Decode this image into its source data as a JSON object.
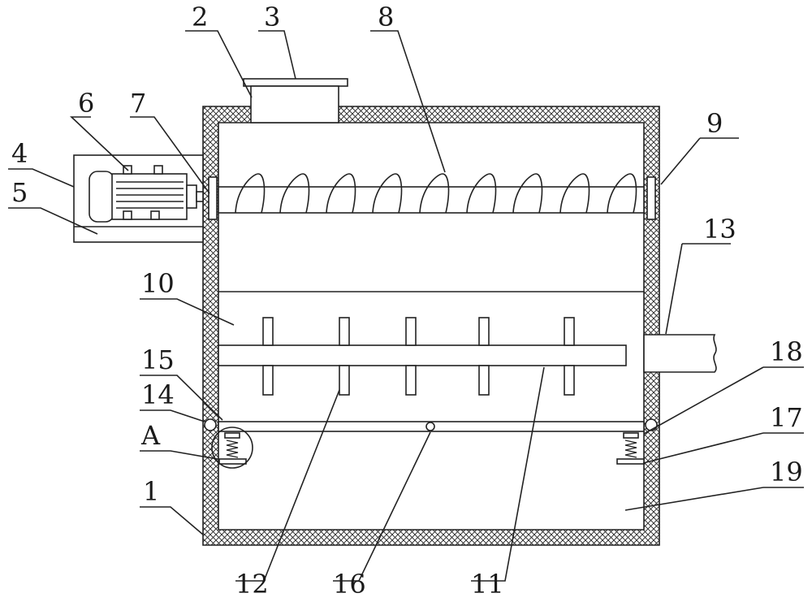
{
  "labels": [
    {
      "id": "l1",
      "text": "1"
    },
    {
      "id": "l2",
      "text": "2"
    },
    {
      "id": "l3",
      "text": "3"
    },
    {
      "id": "l4",
      "text": "4"
    },
    {
      "id": "l5",
      "text": "5"
    },
    {
      "id": "l6",
      "text": "6"
    },
    {
      "id": "l7",
      "text": "7"
    },
    {
      "id": "l8",
      "text": "8"
    },
    {
      "id": "l9",
      "text": "9"
    },
    {
      "id": "l10",
      "text": "10"
    },
    {
      "id": "l11",
      "text": "11"
    },
    {
      "id": "l12",
      "text": "12"
    },
    {
      "id": "l13",
      "text": "13"
    },
    {
      "id": "l14",
      "text": "14"
    },
    {
      "id": "l15",
      "text": "15"
    },
    {
      "id": "l16",
      "text": "16"
    },
    {
      "id": "l17",
      "text": "17"
    },
    {
      "id": "l18",
      "text": "18"
    },
    {
      "id": "l19",
      "text": "19"
    },
    {
      "id": "lA",
      "text": "A"
    }
  ]
}
